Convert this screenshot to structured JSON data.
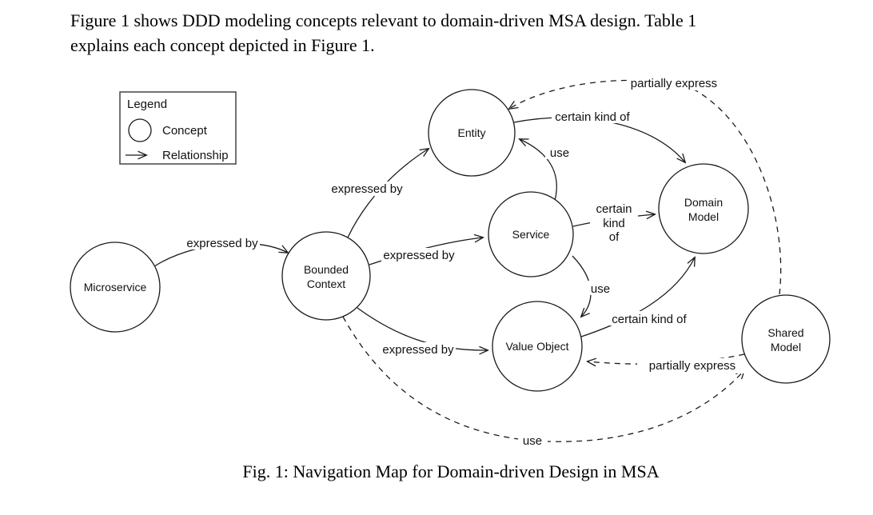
{
  "page": {
    "intro_line1": "Figure 1 shows DDD modeling concepts relevant to domain-driven MSA design. Table 1",
    "intro_line2": "explains each concept depicted in Figure 1.",
    "caption": "Fig. 1: Navigation Map for Domain-driven Design in MSA"
  },
  "legend": {
    "title": "Legend",
    "concept_label": "Concept",
    "relationship_label": "Relationship"
  },
  "colors": {
    "background": "#ffffff",
    "stroke": "#1a1a1a",
    "text": "#111111"
  },
  "diagram": {
    "nodes": [
      {
        "id": "microservice",
        "label": "Microservice",
        "lines": [
          "Microservice"
        ]
      },
      {
        "id": "bounded-context",
        "label": "Bounded Context",
        "lines": [
          "Bounded",
          "Context"
        ]
      },
      {
        "id": "entity",
        "label": "Entity",
        "lines": [
          "Entity"
        ]
      },
      {
        "id": "service",
        "label": "Service",
        "lines": [
          "Service"
        ]
      },
      {
        "id": "value-object",
        "label": "Value Object",
        "lines": [
          "Value Object"
        ]
      },
      {
        "id": "domain-model",
        "label": "Domain Model",
        "lines": [
          "Domain",
          "Model"
        ]
      },
      {
        "id": "shared-model",
        "label": "Shared Model",
        "lines": [
          "Shared",
          "Model"
        ]
      }
    ],
    "edges": [
      {
        "from": "Microservice",
        "to": "Bounded Context",
        "label": "expressed by",
        "style": "solid"
      },
      {
        "from": "Bounded Context",
        "to": "Entity",
        "label": "expressed by",
        "style": "solid"
      },
      {
        "from": "Bounded Context",
        "to": "Service",
        "label": "expressed by",
        "style": "solid"
      },
      {
        "from": "Bounded Context",
        "to": "Value Object",
        "label": "expressed by",
        "style": "solid"
      },
      {
        "from": "Service",
        "to": "Entity",
        "label": "use",
        "style": "solid"
      },
      {
        "from": "Entity",
        "to": "Domain Model",
        "label": "certain kind of",
        "style": "solid"
      },
      {
        "from": "Service",
        "to": "Domain Model",
        "label": "certain kind of",
        "style": "solid",
        "lines": [
          "certain",
          "kind",
          "of"
        ]
      },
      {
        "from": "Service",
        "to": "Value Object",
        "label": "use",
        "style": "solid"
      },
      {
        "from": "Value Object",
        "to": "Domain Model",
        "label": "certain kind of",
        "style": "solid"
      },
      {
        "from": "Shared Model",
        "to": "Entity",
        "label": "partially express",
        "style": "dashed"
      },
      {
        "from": "Shared Model",
        "to": "Value Object",
        "label": "partially express",
        "style": "dashed"
      },
      {
        "from": "Bounded Context",
        "to": "Shared Model",
        "label": "use",
        "style": "dashed"
      }
    ]
  }
}
